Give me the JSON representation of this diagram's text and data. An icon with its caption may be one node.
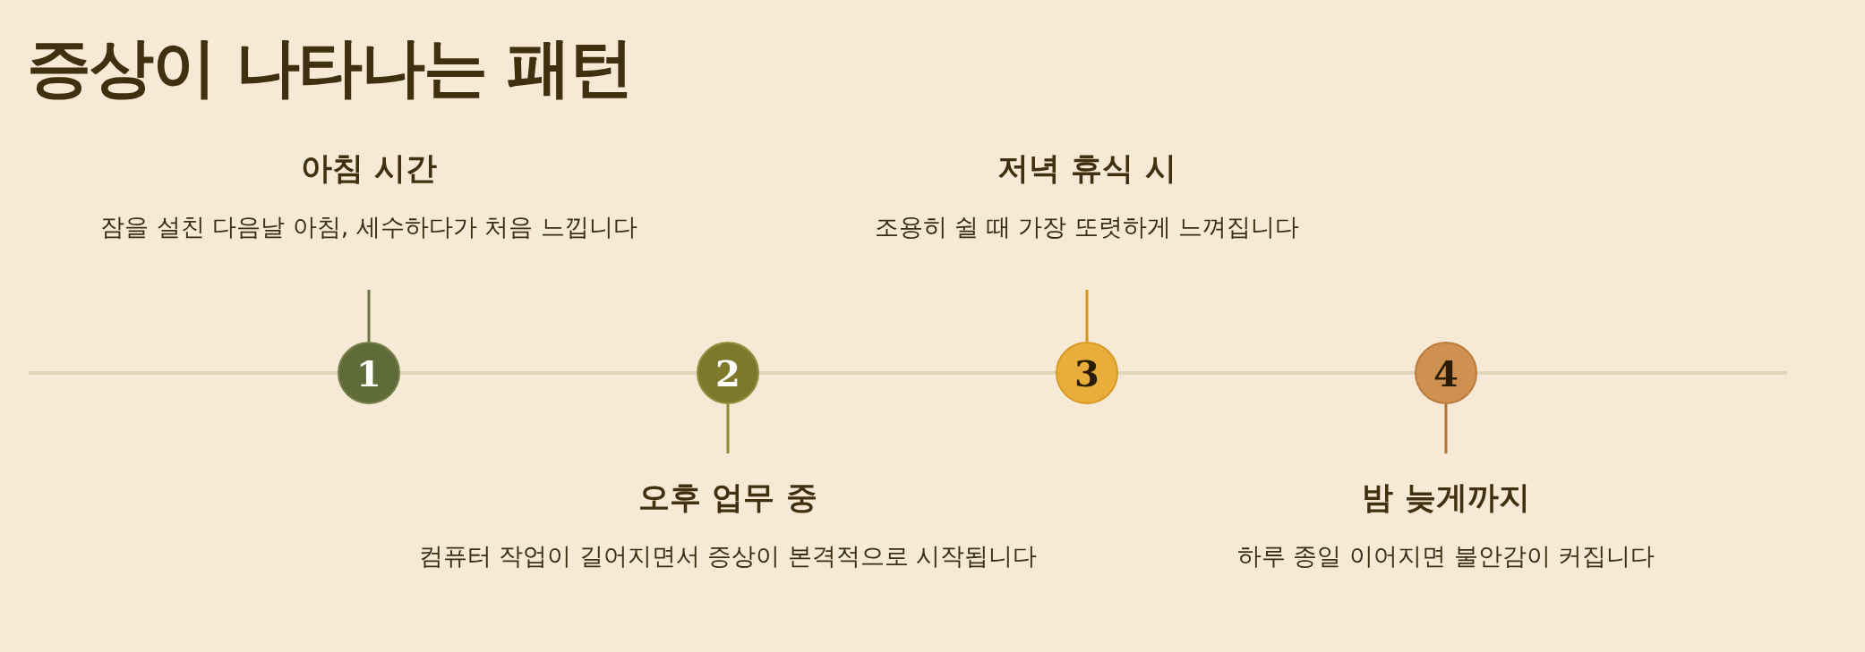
{
  "diagram": {
    "title": "증상이 나타나는 패턴",
    "nodes": [
      {
        "text": [
          "아침 시간",
          "잠을 설친 다음날 아침, 세수하다가 처음 느낍니다"
        ]
      },
      {
        "text": [
          "1"
        ]
      },
      {
        "text": [
          "2"
        ]
      },
      {
        "text": [
          "오후 업무 중",
          "컴퓨터 작업이 길어지면서 증상이 본격적으로 시작됩니다"
        ]
      },
      {
        "text": [
          "저녁 휴식 시",
          "조용히 쉴 때 가장 또렷하게 느껴집니다"
        ]
      },
      {
        "text": [
          "3"
        ]
      },
      {
        "text": [
          "4"
        ]
      },
      {
        "text": [
          "밤 늦게까지",
          "하루 종일 이어지면 불안감이 커집니다"
        ]
      }
    ],
    "edges": [
      {
        "from": 1,
        "to": 0,
        "arrow": "none",
        "color": "#6b7542"
      },
      {
        "from": 2,
        "to": 3,
        "arrow": "none",
        "color": "#8f8a3a"
      },
      {
        "from": 5,
        "to": 4,
        "arrow": "none",
        "color": "#d4961c"
      },
      {
        "from": 6,
        "to": 7,
        "arrow": "none",
        "color": "#b8702e"
      }
    ]
  }
}
